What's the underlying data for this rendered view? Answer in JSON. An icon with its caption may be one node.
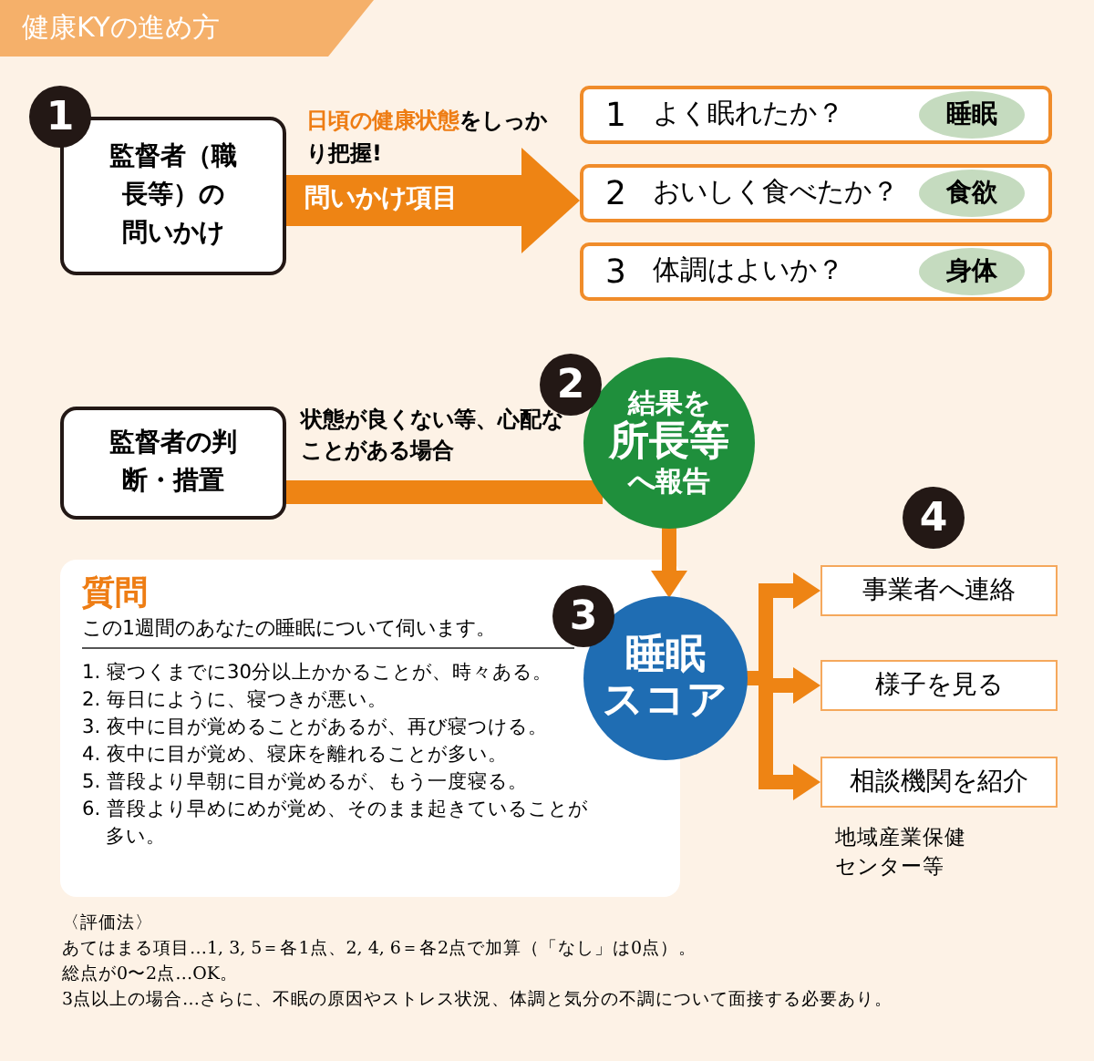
{
  "diagram": {
    "title": "健康KYの進め方",
    "nodes": [
      {
        "text": [
          "監督者（職長等）の問いかけ"
        ],
        "beside": [
          "1"
        ]
      },
      {
        "text": [
          "1",
          "よく眠れたか？"
        ]
      },
      {
        "text": [
          "睡眠"
        ],
        "in": 1
      },
      {
        "text": [
          "2",
          "おいしく食べたか？"
        ]
      },
      {
        "text": [
          "食欲"
        ],
        "in": 3
      },
      {
        "text": [
          "3",
          "体調はよいか？"
        ]
      },
      {
        "text": [
          "身体"
        ],
        "in": 5
      },
      {
        "text": [
          "監督者の判断・措置"
        ]
      },
      {
        "text": [
          "結果を",
          "所長等",
          "へ報告"
        ],
        "beside": [
          "2"
        ]
      },
      {
        "text": [
          "質問",
          "この1週間のあなたの睡眠について伺います。",
          "1. 寝つくまでに30分以上かかることが、時々ある。",
          "2. 毎日にように、寝つきが悪い。",
          "3. 夜中に目が覚めることがあるが、再び寝つける。",
          "4. 夜中に目が覚め、寝床を離れることが多い。",
          "5. 普段より早朝に目が覚めるが、もう一度寝る。",
          "6. 普段より早めにめが覚め、そのまま起きていることが多い。"
        ]
      },
      {
        "text": [
          "睡眠",
          "スコア"
        ],
        "beside": [
          "3"
        ]
      },
      {
        "text": [
          "事業者へ連絡"
        ]
      },
      {
        "text": [
          "様子を見る"
        ]
      },
      {
        "text": [
          "相談機関を紹介"
        ],
        "beside": [
          "地域産業保健センター等"
        ]
      }
    ],
    "edges": [
      {
        "from": 0,
        "to": 3,
        "arrow": "to",
        "label": "問いかけ項目",
        "style": "thick"
      },
      {
        "from": 7,
        "to": 8,
        "arrow": "none"
      },
      {
        "from": 8,
        "to": 10,
        "arrow": "to"
      },
      {
        "from": 10,
        "to": 11,
        "arrow": "to"
      },
      {
        "from": 10,
        "to": 12,
        "arrow": "to"
      },
      {
        "from": 10,
        "to": 13,
        "arrow": "to"
      }
    ],
    "labels": [
      "**日頃の健康状態**をしっかり把握!",
      "状態が良くない等、心配なことがある場合",
      "4",
      "〈評価法〉",
      "あてはまる項目…1, 3, 5＝各1点、2, 4, 6＝各2点で加算（「なし」は0点）。",
      "総点が0〜2点…OK。",
      "3点以上の場合…さらに、不眠の原因やストレス状況、体調と気分の不調について面接する必要あり。"
    ]
  }
}
